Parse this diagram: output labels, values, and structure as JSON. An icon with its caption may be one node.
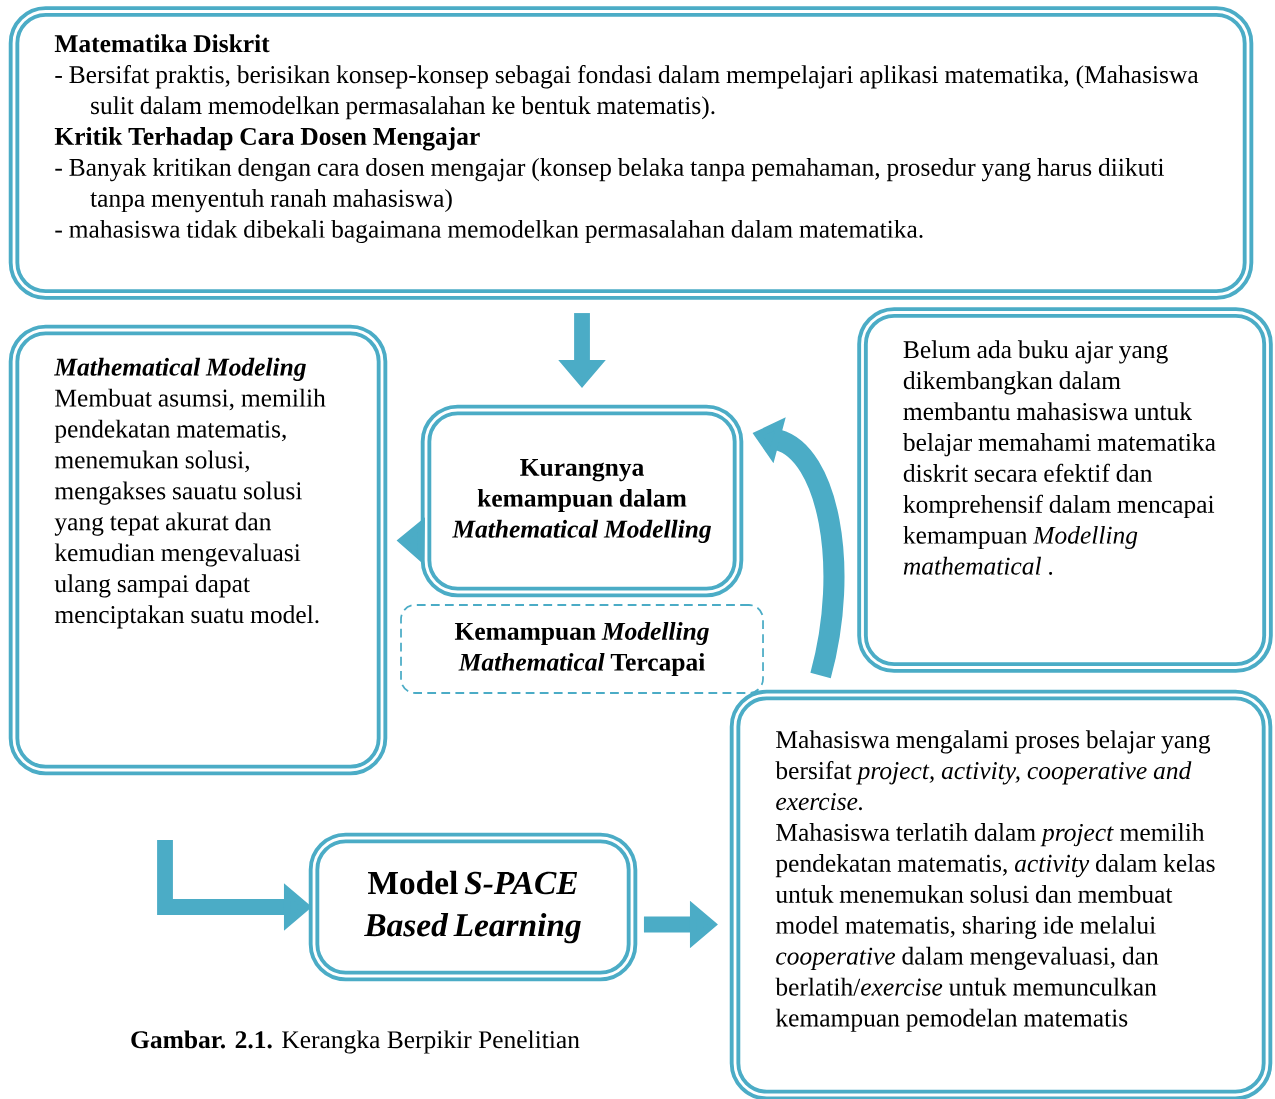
{
  "diagram": {
    "caption": "**Gambar. 2.1.** Kerangka Berpikir Penelitian",
    "nodes": [
      {
        "text": [
          "Matematika Diskrit",
          "- Bersifat praktis, berisikan konsep-konsep sebagai fondasi dalam mempelajari aplikasi matematika, (Mahasiswa sulit dalam memodelkan permasalahan ke bentuk matematis).",
          "Kritik Terhadap Cara Dosen Mengajar",
          "- Banyak kritikan dengan cara dosen mengajar (konsep belaka tanpa pemahaman, prosedur yang harus diikuti tanpa menyentuh ranah mahasiswa)",
          "- mahasiswa tidak dibekali bagaimana memodelkan permasalahan dalam matematika."
        ]
      },
      {
        "text": [
          "Mathematical Modeling",
          "Membuat asumsi, memilih pendekatan matematis, menemukan solusi, mengakses sauatu solusi yang tepat akurat dan kemudian mengevaluasi ulang sampai dapat menciptakan suatu model."
        ]
      },
      {
        "text": [
          "Kurangnya kemampuan dalam *Mathematical Modelling*"
        ]
      },
      {
        "text": [
          "Belum ada buku ajar yang dikembangkan dalam membantu mahasiswa untuk belajar memahami matematika diskrit secara efektif dan komprehensif dalam mencapai kemampuan *Modelling mathematical* ."
        ]
      },
      {
        "text": [
          "Kemampuan *Modelling Mathematical* Tercapai"
        ]
      },
      {
        "text": [
          "Mahasiswa mengalami proses belajar yang bersifat *project, activity, cooperative and exercise.*",
          "Mahasiswa terlatih dalam *project* memilih pendekatan matematis, *activity* dalam kelas untuk menemukan solusi dan membuat model matematis, sharing ide melalui *cooperative* dalam mengevaluasi, dan berlatih/*exercise* untuk memunculkan kemampuan pemodelan matematis"
        ]
      },
      {
        "text": [
          "Model *S-PACE Based Learning*"
        ]
      }
    ],
    "edges": [
      {
        "from": 0,
        "to": 2,
        "arrow": "to"
      },
      {
        "from": 2,
        "to": 1,
        "arrow": "to"
      },
      {
        "from": 5,
        "to": 2,
        "arrow": "to"
      },
      {
        "from": null,
        "to": 6,
        "arrow": "to"
      },
      {
        "from": 6,
        "to": 5,
        "arrow": "to"
      }
    ]
  }
}
